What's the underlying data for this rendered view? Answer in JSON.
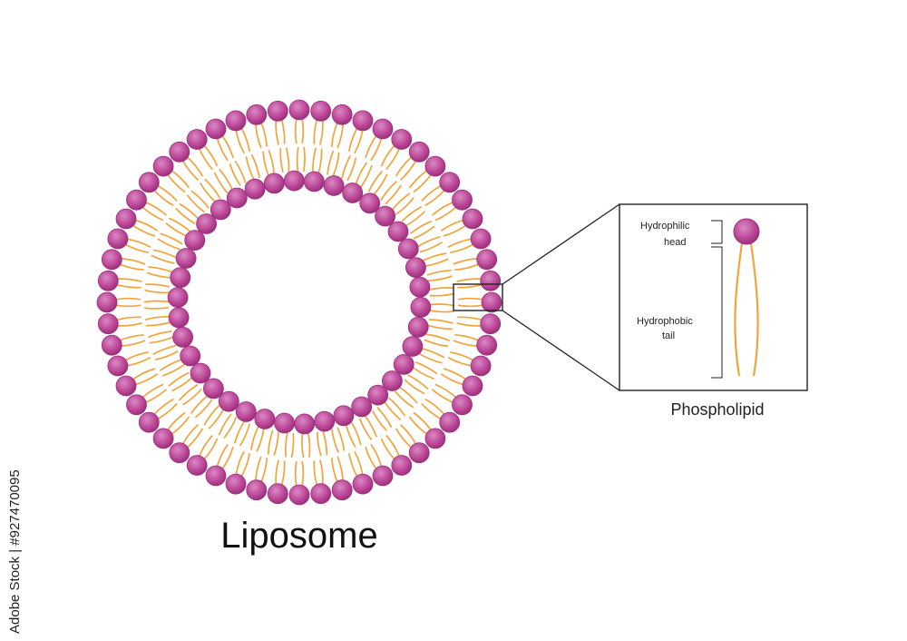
{
  "title": "Liposome",
  "inset": {
    "caption": "Phospholipid",
    "head_label_line1": "Hydrophilic",
    "head_label_line2": "head",
    "tail_label_line1": "Hydrophobic",
    "tail_label_line2": "tail"
  },
  "watermark": "Adobe Stock | #927470095",
  "colors": {
    "head_fill": "#c2519f",
    "head_shade": "#9e2f7c",
    "head_highlight": "#d98ac4",
    "tail": "#f2a43a",
    "outline": "#222222"
  }
}
